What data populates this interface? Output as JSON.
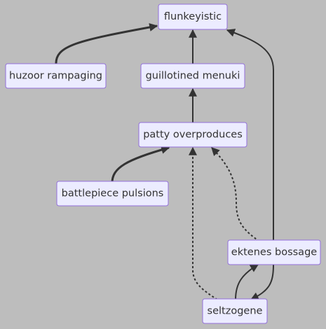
{
  "diagram": {
    "type": "flowchart",
    "nodes": {
      "flunkeyistic": "flunkeyistic",
      "huzoor_rampaging": "huzoor rampaging",
      "guillotined_menuki": "guillotined menuki",
      "patty_overproduces": "patty overproduces",
      "battlepiece_pulsions": "battlepiece pulsions",
      "ektenes_bossage": "ektenes bossage",
      "seltzogene": "seltzogene"
    },
    "edges": [
      {
        "from": "huzoor rampaging",
        "to": "flunkeyistic",
        "style": "thick"
      },
      {
        "from": "guillotined menuki",
        "to": "flunkeyistic",
        "style": "normal"
      },
      {
        "from": "ektenes bossage",
        "to": "flunkeyistic",
        "style": "normal"
      },
      {
        "from": "patty overproduces",
        "to": "guillotined menuki",
        "style": "normal"
      },
      {
        "from": "battlepiece pulsions",
        "to": "patty overproduces",
        "style": "thick"
      },
      {
        "from": "ektenes bossage",
        "to": "patty overproduces",
        "style": "dotted"
      },
      {
        "from": "seltzogene",
        "to": "patty overproduces",
        "style": "dotted"
      },
      {
        "from": "seltzogene",
        "to": "ektenes bossage",
        "style": "normal"
      },
      {
        "from": "ektenes bossage",
        "to": "seltzogene",
        "style": "normal"
      }
    ]
  }
}
